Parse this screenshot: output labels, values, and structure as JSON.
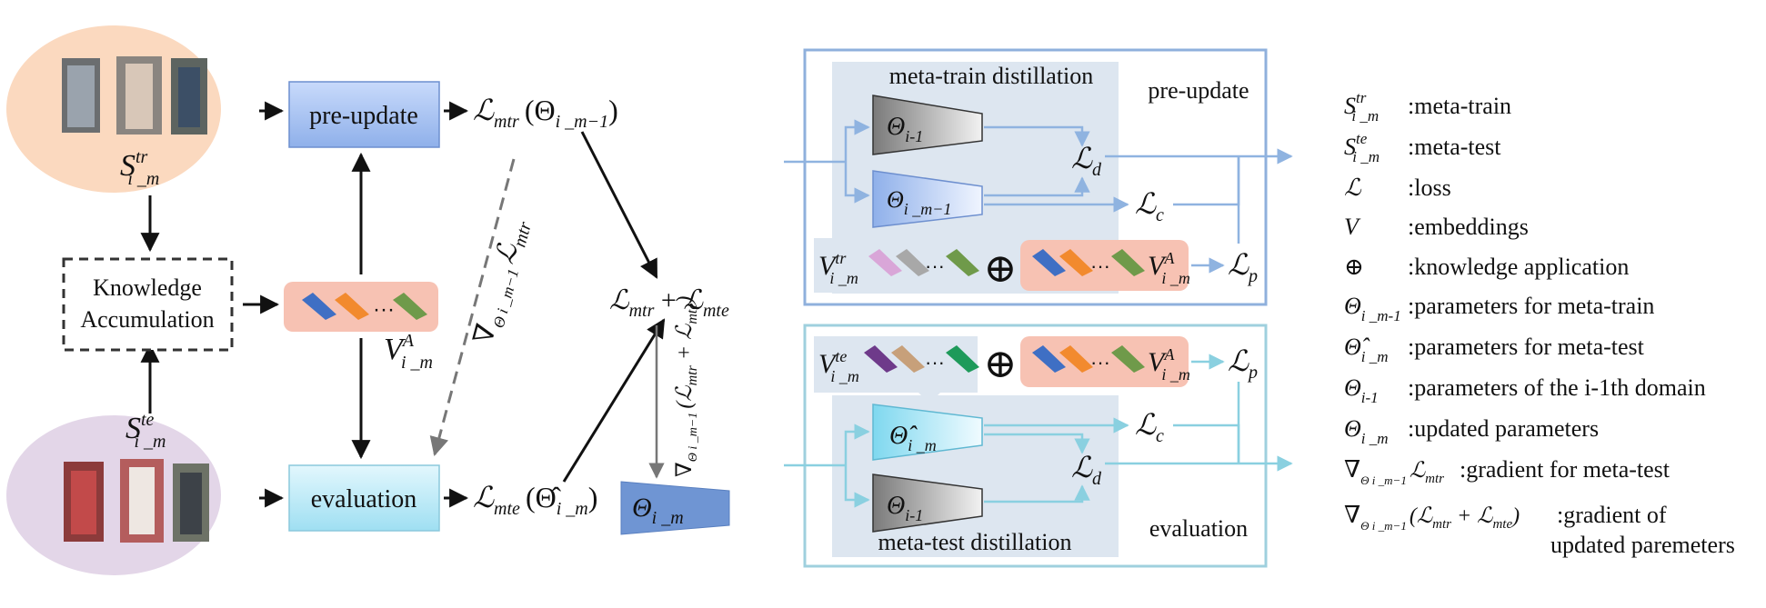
{
  "left": {
    "preupdate_label": "pre-update",
    "evaluation_label": "evaluation",
    "knowledge_line1": "Knowledge",
    "knowledge_line2": "Accumulation",
    "S_tr": {
      "base": "S",
      "sup": "tr",
      "sub": "i _m"
    },
    "S_te": {
      "base": "S",
      "sup": "te",
      "sub": "i _m"
    },
    "V_A": {
      "base": "V",
      "sup": "A",
      "sub": "i _m"
    },
    "L_mtr_out": {
      "L": "ℒ",
      "sub": "mtr",
      "arg": "(Θ",
      "argsub": "i _m−1",
      "close": ")"
    },
    "L_mte_out": {
      "L": "ℒ",
      "sub": "mte",
      "arg": "(Θ̂",
      "argsub": "i _m",
      "close": ")"
    },
    "L_sum": {
      "a": "ℒ",
      "asub": "mtr",
      "plus": " + ",
      "b": "ℒ",
      "bsub": "mte"
    },
    "grad_dashed": {
      "nabla": "∇",
      "sub": "Θ i _m−1",
      "L": "ℒ",
      "Lsub": "mtr"
    },
    "grad_sum": {
      "nabla": "∇",
      "sub": "Θ i _m−1",
      "expr": "(ℒ",
      "s1": "mtr",
      "mid": " + ℒ",
      "s2": "mte",
      "close": ")"
    },
    "theta_out": {
      "base": "Θ",
      "sub": "i _m"
    }
  },
  "middle": {
    "meta_train_title": "meta-train distillation",
    "meta_test_title": "meta-test distillation",
    "preupdate_label": "pre-update",
    "evaluation_label": "evaluation",
    "theta_prev_top": {
      "base": "Θ",
      "sub": "i-1"
    },
    "theta_cur_top": {
      "base": "Θ",
      "sub": "i _m−1"
    },
    "theta_hat": {
      "base": "Θ̂",
      "sub": "i _m"
    },
    "theta_prev_bottom": {
      "base": "Θ",
      "sub": "i-1"
    },
    "L_d": {
      "base": "ℒ",
      "sub": "d"
    },
    "L_c": {
      "base": "ℒ",
      "sub": "c"
    },
    "L_p": {
      "base": "ℒ",
      "sub": "p"
    },
    "V_tr": {
      "base": "V",
      "sup": "tr",
      "sub": "i _m"
    },
    "V_te": {
      "base": "V",
      "sup": "te",
      "sub": "i _m"
    },
    "V_A": {
      "base": "V",
      "sup": "A",
      "sub": "i _m"
    },
    "dots": "···",
    "oplus": "⊕"
  },
  "legend": [
    {
      "sym": "S",
      "sup": "tr",
      "sub": "i _m",
      "desc": ":meta-train"
    },
    {
      "sym": "S",
      "sup": "te",
      "sub": "i _m",
      "desc": ":meta-test"
    },
    {
      "sym": "ℒ",
      "sup": "",
      "sub": "",
      "desc": ":loss"
    },
    {
      "sym": "V",
      "sup": "",
      "sub": "",
      "desc": ":embeddings"
    },
    {
      "sym": "⊕",
      "sup": "",
      "sub": "",
      "desc": ":knowledge application"
    },
    {
      "sym": "Θ",
      "sup": "",
      "sub": "i _m-1",
      "desc": ":parameters for meta-train"
    },
    {
      "sym": "Θ̂",
      "sup": "",
      "sub": "i _m",
      "desc": ":parameters for meta-test"
    },
    {
      "sym": "Θ",
      "sup": "",
      "sub": "i-1",
      "desc": ":parameters of the i-1th domain"
    },
    {
      "sym": "Θ",
      "sup": "",
      "sub": "i _m",
      "desc": ":updated parameters"
    },
    {
      "sym": "∇",
      "sup": "",
      "sub": "Θ i _m−1",
      "post": "ℒ",
      "postsub": "mtr",
      "desc": ":gradient for meta-test"
    },
    {
      "sym": "∇",
      "sup": "",
      "sub": "Θ i _m−1",
      "post": "(ℒ",
      "postsub": "mtr",
      "post2": " + ℒ",
      "post2sub": "mte",
      "post3": ")",
      "desc": ":gradient of"
    },
    {
      "sym": "",
      "sup": "",
      "sub": "",
      "desc": "updated paremeters"
    }
  ],
  "colors": {
    "box_blue": "#9bbcef",
    "box_cyan": "#aee8f6",
    "theta_out": "#6f95d3",
    "peach": "#fbd9bf",
    "lavender": "#e3d6e8",
    "salmon": "#f7c2b3",
    "panel": "#dde6f0",
    "border_top": "#8fb0dc",
    "border_bottom": "#9fd0de",
    "arrow_top": "#8fb3e0",
    "arrow_bottom": "#8ad0e0"
  }
}
